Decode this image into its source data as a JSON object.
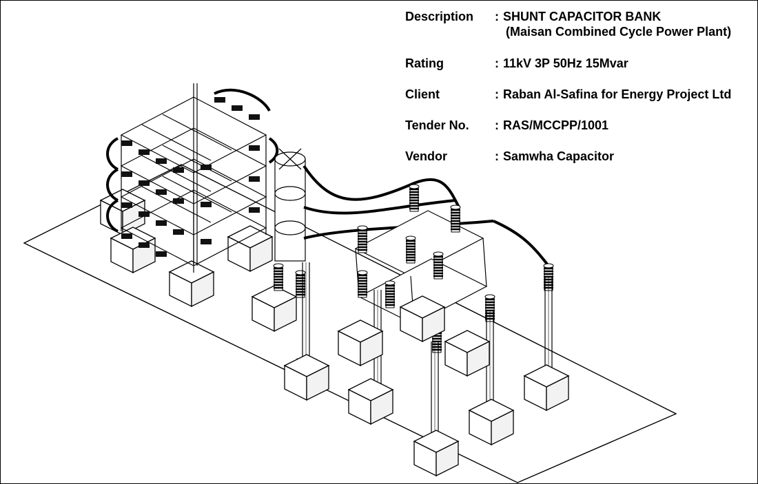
{
  "spec_sheet": {
    "description": {
      "label": "Description",
      "sep": ":",
      "value": "SHUNT CAPACITOR BANK",
      "value2": "(Maisan Combined Cycle Power Plant)"
    },
    "rating": {
      "label": "Rating",
      "sep": ":",
      "value": "11kV 3P 50Hz 15Mvar"
    },
    "client": {
      "label": "Client",
      "sep": ":",
      "value": "Raban Al-Safina for Energy Project Ltd"
    },
    "tender": {
      "label": "Tender No.",
      "sep": ":",
      "value": "RAS/MCCPP/1001"
    },
    "vendor": {
      "label": "Vendor",
      "sep": ":",
      "value": "Samwha Capacitor"
    }
  }
}
